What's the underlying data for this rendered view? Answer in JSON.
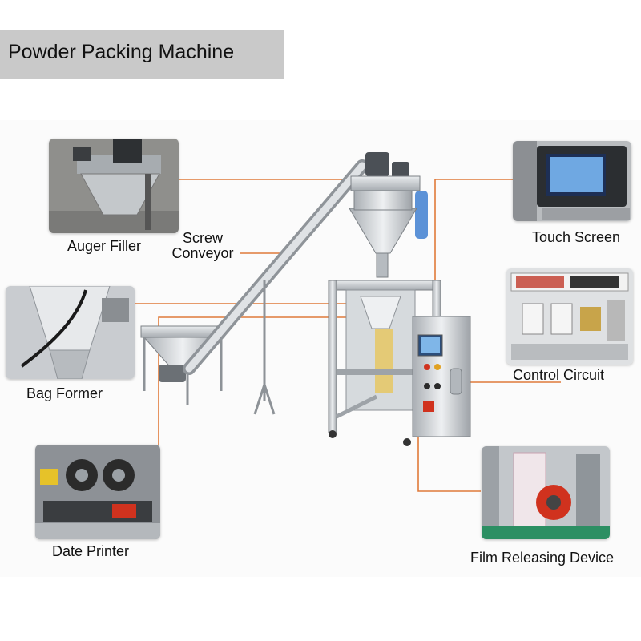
{
  "title": "Powder Packing Machine",
  "colors": {
    "title_bar": "#c9c9c9",
    "leader_line": "#e07a3a",
    "machine_steel": "#c8ccd0",
    "accent_red": "#d0321e"
  },
  "components": [
    {
      "id": "auger-filler",
      "label": "Auger Filler"
    },
    {
      "id": "screw-conveyor",
      "label_line1": "Screw",
      "label_line2": "Conveyor"
    },
    {
      "id": "touch-screen",
      "label": "Touch Screen"
    },
    {
      "id": "bag-former",
      "label": "Bag Former"
    },
    {
      "id": "control-circuit",
      "label": "Control Circuit"
    },
    {
      "id": "date-printer",
      "label": "Date Printer"
    },
    {
      "id": "film-releasing-device",
      "label": "Film Releasing Device"
    }
  ]
}
